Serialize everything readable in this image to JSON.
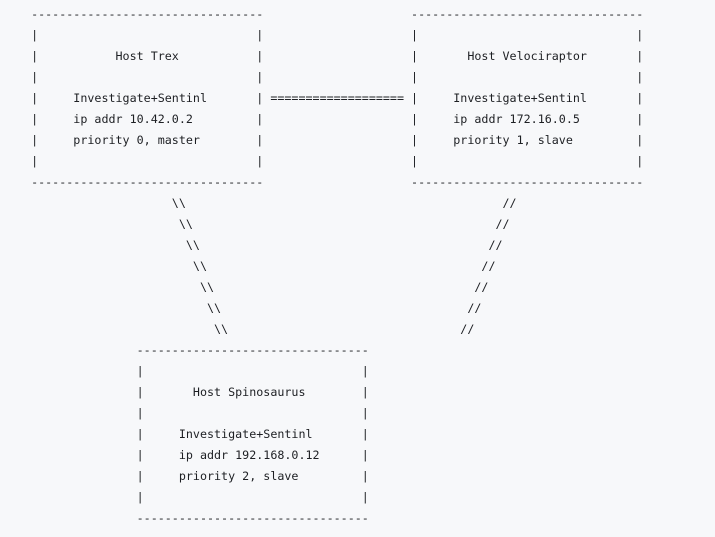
{
  "diagram": {
    "title": "Three-host Investigate+Sentinl cluster topology",
    "type": "ascii-art-network-diagram",
    "colors": {
      "background": "#f7f8fa",
      "text": "#1d1f23"
    },
    "glyphs": {
      "horizontal_border": "-",
      "vertical_border": "|",
      "link_horizontal": "=",
      "link_down_right": "\\",
      "link_down_left": "/"
    },
    "box_width_chars": 33,
    "nodes": [
      {
        "id": "trex",
        "name": "Host Trex",
        "stack": "Investigate+Sentinl",
        "ip": "ip addr 10.42.0.2",
        "priority": "priority 0, master",
        "priority_value": 0,
        "role": "master",
        "position": "top-left"
      },
      {
        "id": "velociraptor",
        "name": "Host Velociraptor",
        "stack": "Investigate+Sentinl",
        "ip": "ip addr 172.16.0.5",
        "priority": "priority 1, slave",
        "priority_value": 1,
        "role": "slave",
        "position": "top-right"
      },
      {
        "id": "spinosaurus",
        "name": "Host Spinosaurus",
        "stack": "Investigate+Sentinl",
        "ip": "ip addr 192.168.0.12",
        "priority": "priority 2, slave",
        "priority_value": 2,
        "role": "slave",
        "position": "bottom-center"
      }
    ],
    "links": [
      {
        "from": "trex",
        "to": "velociraptor",
        "style": "horizontal-double",
        "render": "==================="
      },
      {
        "from": "trex",
        "to": "spinosaurus",
        "style": "diagonal-down-right",
        "render": "\\\\"
      },
      {
        "from": "velociraptor",
        "to": "spinosaurus",
        "style": "diagonal-down-left",
        "render": "//"
      }
    ],
    "art": "  ---------------------------------                     ---------------------------------\n  |                               |                     |                               |\n  |           Host Trex           |                     |       Host Velociraptor       |\n  |                               |                     |                               |\n  |     Investigate+Sentinl       | =================== |     Investigate+Sentinl       |\n  |     ip addr 10.42.0.2         |                     |     ip addr 172.16.0.5        |\n  |     priority 0, master        |                     |     priority 1, slave         |\n  |                               |                     |                               |\n  ---------------------------------                     ---------------------------------\n                      \\\\                                             //\n                       \\\\                                           //\n                        \\\\                                         //\n                         \\\\                                       //\n                          \\\\                                     //\n                           \\\\                                   //\n                            \\\\                                 //\n                 ---------------------------------\n                 |                               |\n                 |       Host Spinosaurus        |\n                 |                               |\n                 |     Investigate+Sentinl       |\n                 |     ip addr 192.168.0.12      |\n                 |     priority 2, slave         |\n                 |                               |\n                 ---------------------------------"
  }
}
